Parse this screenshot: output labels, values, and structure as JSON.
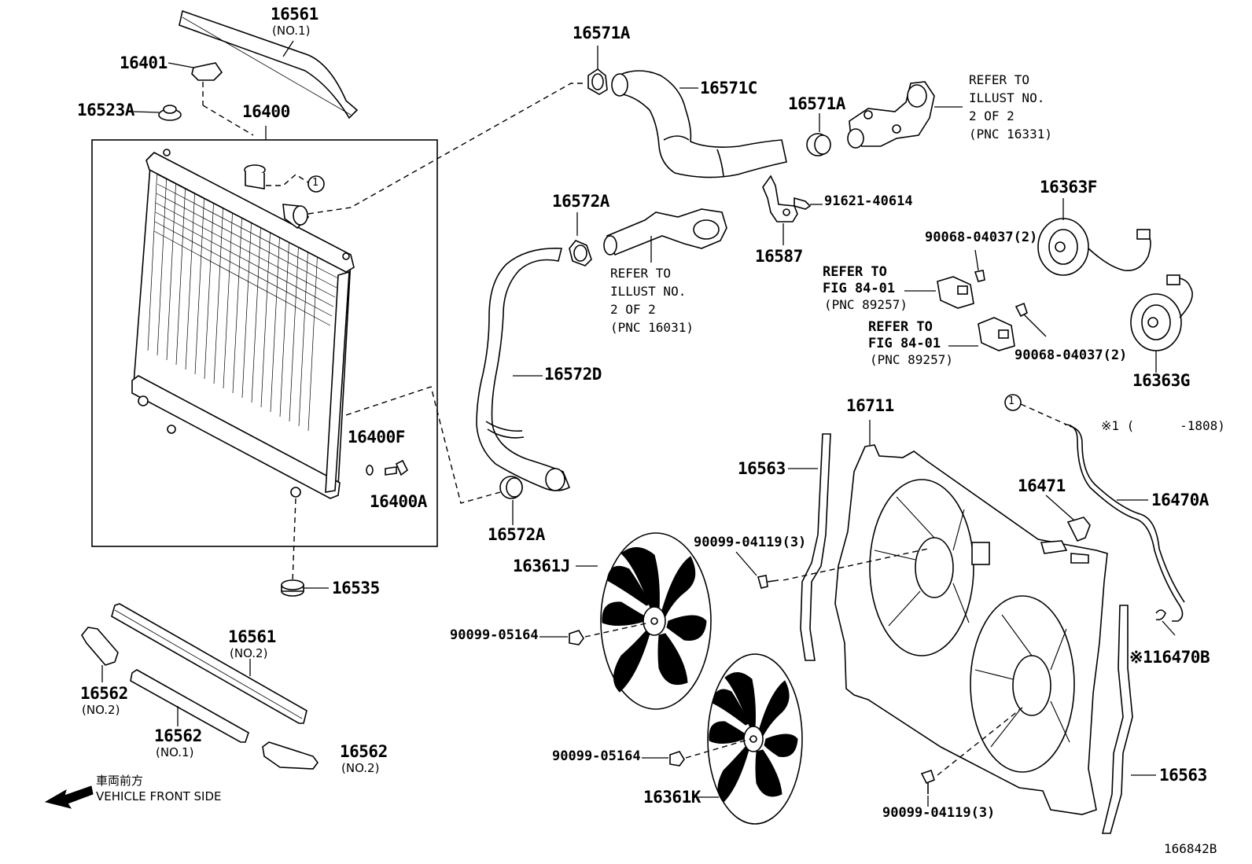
{
  "labels": {
    "p16561_1": "16561",
    "p16561_1_sub": "(NO.1)",
    "p16401": "16401",
    "p16523A": "16523A",
    "p16400": "16400",
    "p16400F": "16400F",
    "p16400A": "16400A",
    "p16535": "16535",
    "p16561_2": "16561",
    "p16561_2_sub": "(NO.2)",
    "p16562_left": "16562",
    "p16562_left_sub": "(NO.2)",
    "p16562_mid": "16562",
    "p16562_mid_sub": "(NO.1)",
    "p16562_right": "16562",
    "p16562_right_sub": "(NO.2)",
    "p16571A_top": "16571A",
    "p16571C": "16571C",
    "p16571A_right": "16571A",
    "p16572A_top": "16572A",
    "p16572D": "16572D",
    "p16572A_bottom": "16572A",
    "p16587": "16587",
    "p91621": "91621-40614",
    "p16363F": "16363F",
    "p16363G": "16363G",
    "p90068_top": "90068-04037(2)",
    "p90068_bottom": "90068-04037(2)",
    "p16711": "16711",
    "p16563_left": "16563",
    "p16563_right": "16563",
    "p16471": "16471",
    "p16470A": "16470A",
    "p16470B": "※116470B",
    "p16361J": "16361J",
    "p16361K": "16361K",
    "p90099_04119_top": "90099-04119(3)",
    "p90099_04119_bottom": "90099-04119(3)",
    "p90099_05164_top": "90099-05164",
    "p90099_05164_bottom": "90099-05164",
    "callout_1": "1",
    "callout_1b": "1",
    "note_1808": "※1 (      -1808)",
    "figure_code": "166842B"
  },
  "refs": {
    "ref_16331": "REFER TO\nILLUST NO.\n2 OF 2\n(PNC 16331)",
    "ref_16031": "REFER TO\nILLUST NO.\n2 OF 2\n(PNC 16031)",
    "ref_89257_a": "REFER TO\nFIG 84-01",
    "ref_89257_a_pnc": "(PNC 89257)",
    "ref_89257_b": "REFER TO\nFIG 84-01",
    "ref_89257_b_pnc": "(PNC 89257)"
  },
  "orientation": {
    "jp": "車両前方",
    "en": "VEHICLE FRONT SIDE"
  }
}
